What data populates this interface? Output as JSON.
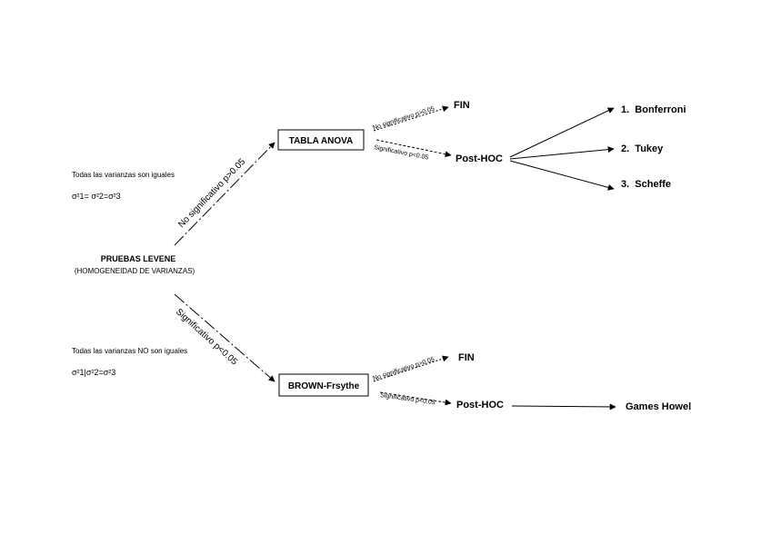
{
  "root": {
    "title": "PRUEBAS LEVENE",
    "subtitle": "(HOMOGENEIDAD DE VARIANZAS)"
  },
  "notes": {
    "equal_text": "Todas las varianzas son iguales",
    "equal_formula": "σ²1= σ²2=σ²3",
    "unequal_text": "Todas las varianzas NO son iguales",
    "unequal_formula": "σ²1|σ²2=σ²3"
  },
  "branches": {
    "upper_label": "No significativo p>0.05",
    "lower_label": "Significativo p<0.05"
  },
  "upper": {
    "box": "TABLA ANOVA",
    "fin_label": "No significativo p>0.05",
    "fin": "FIN",
    "posthoc_label": "Significativo p<0.05",
    "posthoc": "Post-HOC",
    "tests": [
      "1.  Bonferroni",
      "2.  Tukey",
      "3.  Scheffe"
    ]
  },
  "lower": {
    "box": "BROWN-Frsythe",
    "fin_label": "No significativo p>0.05",
    "fin": "FIN",
    "posthoc_label": "Significativo p<0.05",
    "posthoc": "Post-HOC",
    "test": "Games Howel"
  }
}
